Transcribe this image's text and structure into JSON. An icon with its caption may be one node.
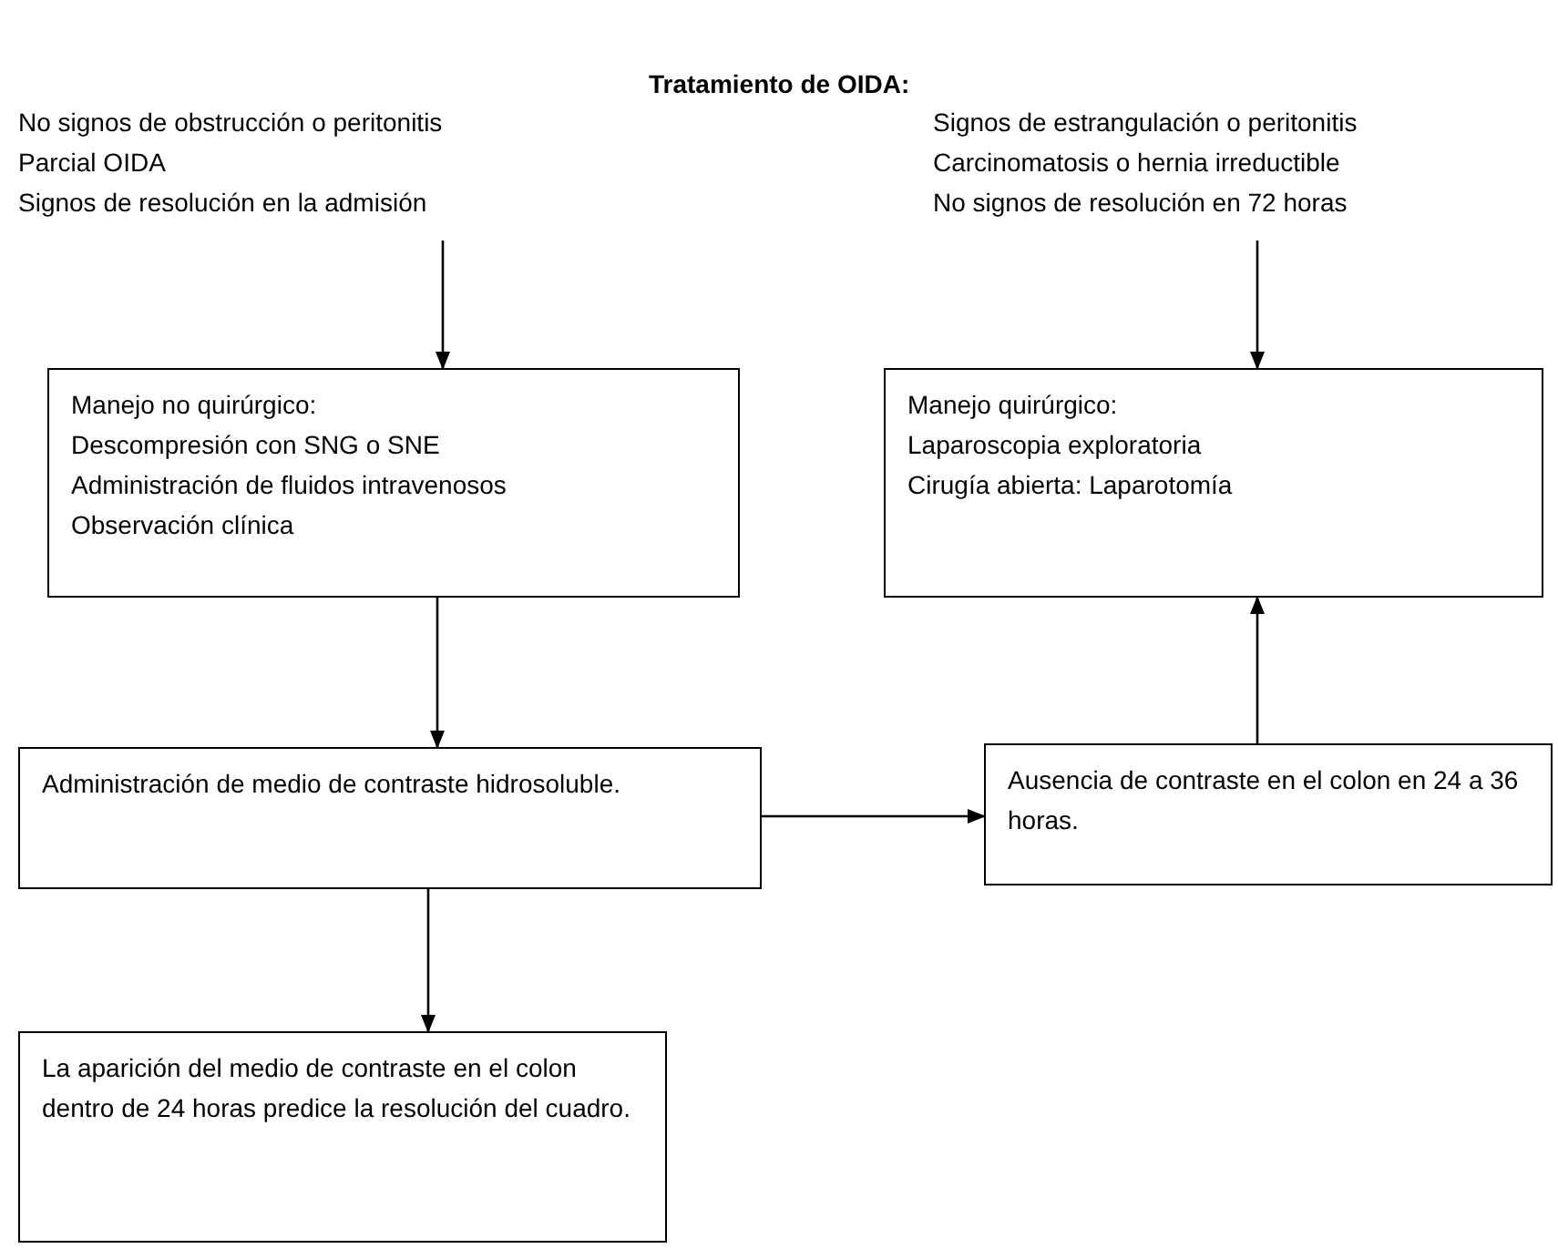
{
  "diagram": {
    "title": "Tratamiento de OIDA:",
    "nodes": [
      {
        "text": [
          "No signos de obstrucción o peritonitis",
          "Parcial OIDA",
          "Signos de resolución en la admisión"
        ]
      },
      {
        "text": [
          "Signos de estrangulación o peritonitis",
          "Carcinomatosis o hernia irreductible",
          "No signos de resolución en 72 horas"
        ]
      },
      {
        "text": [
          "Manejo no quirúrgico:",
          "Descompresión con SNG o SNE",
          "Administración de fluidos intravenosos",
          "Observación clínica"
        ]
      },
      {
        "text": [
          "Manejo quirúrgico:",
          "Laparoscopia exploratoria",
          "Cirugía abierta: Laparotomía"
        ]
      },
      {
        "text": [
          "Administración de medio de contraste hidrosoluble."
        ]
      },
      {
        "text": [
          "Ausencia de contraste en el colon en 24 a 36 horas."
        ]
      },
      {
        "text": [
          "La aparición del medio de contraste en el colon dentro de 24 horas predice la resolución del cuadro."
        ]
      }
    ],
    "edges": [
      {
        "from": 0,
        "to": 2,
        "arrow": "to"
      },
      {
        "from": 1,
        "to": 3,
        "arrow": "to"
      },
      {
        "from": 2,
        "to": 4,
        "arrow": "to"
      },
      {
        "from": 4,
        "to": 5,
        "arrow": "to"
      },
      {
        "from": 5,
        "to": 3,
        "arrow": "to"
      },
      {
        "from": 4,
        "to": 6,
        "arrow": "to"
      }
    ]
  }
}
